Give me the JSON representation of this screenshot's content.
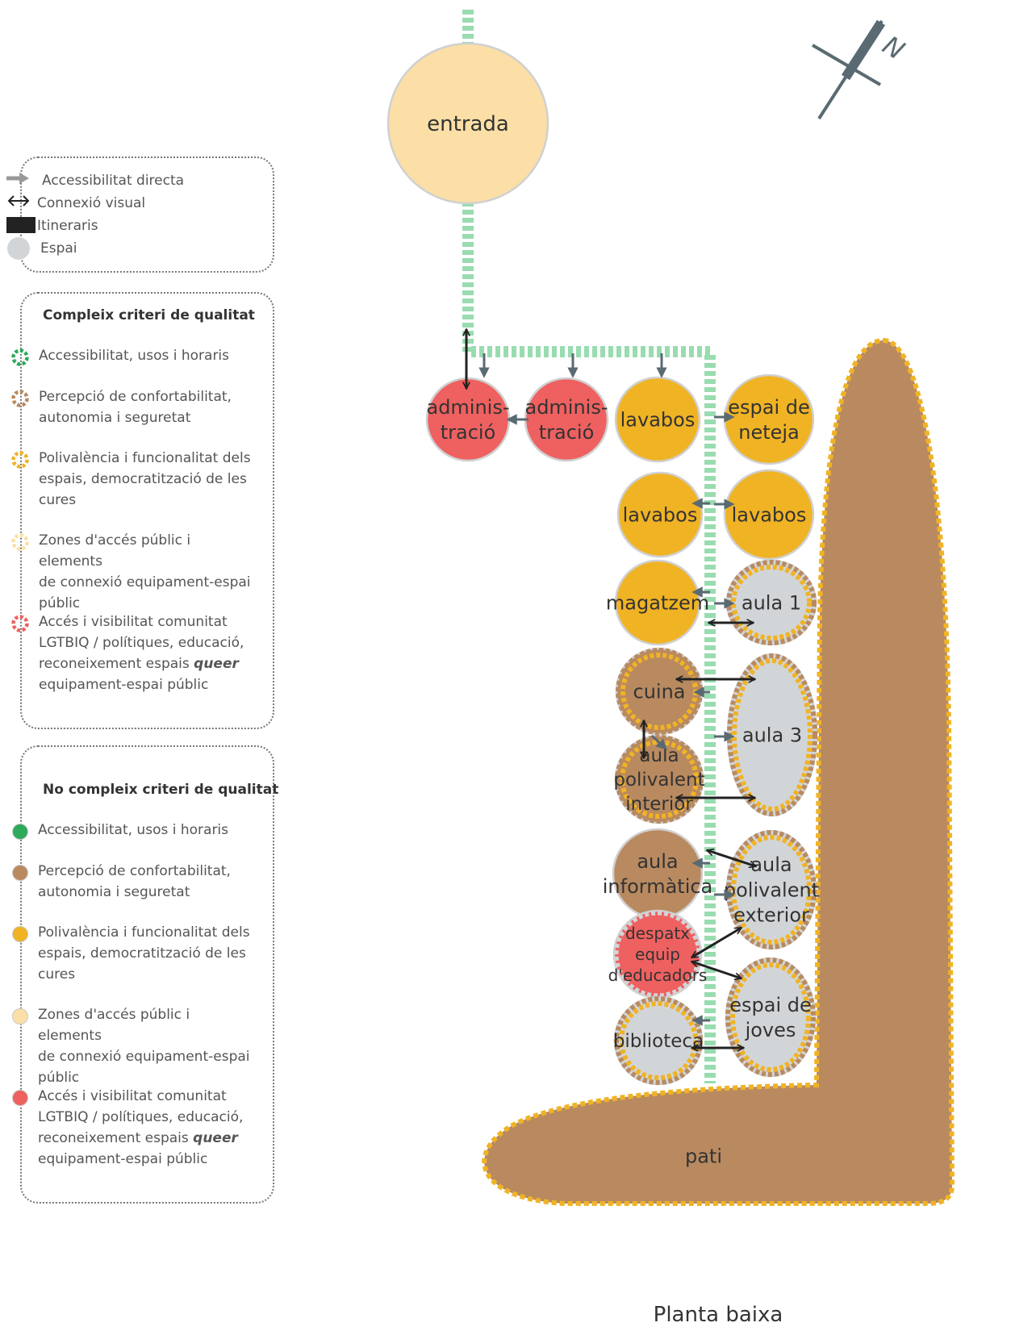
{
  "legend": {
    "basics": [
      {
        "symbol": "gray-arrow",
        "label": "Accessibilitat directa"
      },
      {
        "symbol": "double-arrow",
        "label": "Connexió visual"
      },
      {
        "symbol": "black-bar",
        "label": "Itineraris"
      },
      {
        "symbol": "gray-circle",
        "label": "Espai"
      }
    ],
    "complex_title": "Compleix criteri de qualitat",
    "complex_items": [
      {
        "color": "#2daa5a",
        "lines": [
          "Accessibilitat, usos i horaris"
        ]
      },
      {
        "color": "#b98a60",
        "lines": [
          "Percepció de confortabilitat,",
          "autonomia i seguretat"
        ]
      },
      {
        "color": "#f0b324",
        "lines": [
          "Polivalència i funcionalitat dels",
          "espais, democratització de les",
          "cures"
        ]
      },
      {
        "color": "#fbdfa6",
        "lines": [
          "Zones d'accés públic i elements",
          "de connexió equipament-espai",
          "públic"
        ]
      },
      {
        "color": "#ee6160",
        "lines": [
          "Accés i visibilitat comunitat",
          "LGTBIQ / polítiques, educació,",
          "reconeixement espais |queer|",
          "equipament-espai públic"
        ]
      }
    ],
    "noncomplex_title": "No compleix criteri de qualitat",
    "noncomplex_items": [
      {
        "color": "#2daa5a",
        "lines": [
          "Accessibilitat, usos i horaris"
        ]
      },
      {
        "color": "#b98a60",
        "lines": [
          "Percepció de confortabilitat,",
          "autonomia i seguretat"
        ]
      },
      {
        "color": "#f0b324",
        "lines": [
          "Polivalència i funcionalitat dels",
          "espais, democratització de les",
          "cures"
        ]
      },
      {
        "color": "#fbdfa6",
        "lines": [
          "Zones d'accés públic i elements",
          "de connexió equipament-espai",
          "públic"
        ]
      },
      {
        "color": "#ee6160",
        "lines": [
          "Accés i visibilitat comunitat",
          "LGTBIQ / polítiques, educació,",
          "reconeixement espais |queer|",
          "equipament-espai públic"
        ]
      }
    ]
  },
  "colors": {
    "brown": "#b98a60",
    "yellow": "#f0b324",
    "red": "#ee6160",
    "peach": "#fbdfa6",
    "gray": "#d2d5d8",
    "green_path": "#98dcb0",
    "arrow_gray": "#5a6a72"
  },
  "compass_label": "N",
  "spaces": [
    {
      "id": "entrada",
      "lines": [
        "entrada"
      ],
      "fill": "peach",
      "ring": "none"
    },
    {
      "id": "administracio-1",
      "lines": [
        "adminis-",
        "tració"
      ],
      "fill": "red",
      "ring": "none"
    },
    {
      "id": "administracio-2",
      "lines": [
        "adminis-",
        "tració"
      ],
      "fill": "red",
      "ring": "none"
    },
    {
      "id": "lavabos-1",
      "lines": [
        "lavabos"
      ],
      "fill": "yellow",
      "ring": "none"
    },
    {
      "id": "espai-de-neteja",
      "lines": [
        "espai de",
        "neteja"
      ],
      "fill": "yellow",
      "ring": "none"
    },
    {
      "id": "lavabos-2",
      "lines": [
        "lavabos"
      ],
      "fill": "yellow",
      "ring": "none"
    },
    {
      "id": "lavabos-3",
      "lines": [
        "lavabos"
      ],
      "fill": "yellow",
      "ring": "none"
    },
    {
      "id": "magatzem",
      "lines": [
        "magatzem"
      ],
      "fill": "yellow",
      "ring": "none"
    },
    {
      "id": "aula-1",
      "lines": [
        "aula 1"
      ],
      "fill": "gray",
      "ring": "brown-yellow"
    },
    {
      "id": "cuina",
      "lines": [
        "cuina"
      ],
      "fill": "brown",
      "ring": "brown-yellow"
    },
    {
      "id": "aula-3",
      "lines": [
        "aula 3"
      ],
      "fill": "gray",
      "ring": "brown-yellow"
    },
    {
      "id": "aula-polivalent-interior",
      "lines": [
        "aula",
        "polivalent",
        "interior"
      ],
      "fill": "brown",
      "ring": "brown-yellow"
    },
    {
      "id": "aula-informatica",
      "lines": [
        "aula",
        "informàtica"
      ],
      "fill": "brown",
      "ring": "none"
    },
    {
      "id": "aula-polivalent-exterior",
      "lines": [
        "aula",
        "polivalent",
        "exterior"
      ],
      "fill": "gray",
      "ring": "brown-yellow"
    },
    {
      "id": "despatx-equip-educadors",
      "lines": [
        "despatx",
        "equip",
        "d'educadors"
      ],
      "fill": "red",
      "ring": "gray"
    },
    {
      "id": "espai-de-joves",
      "lines": [
        "espai de",
        "joves"
      ],
      "fill": "gray",
      "ring": "brown-yellow"
    },
    {
      "id": "biblioteca",
      "lines": [
        "biblioteca"
      ],
      "fill": "gray",
      "ring": "brown-yellow"
    },
    {
      "id": "pati",
      "lines": [
        "pati"
      ],
      "fill": "brown",
      "ring": "yellow"
    }
  ],
  "footer_title": "Planta baixa"
}
